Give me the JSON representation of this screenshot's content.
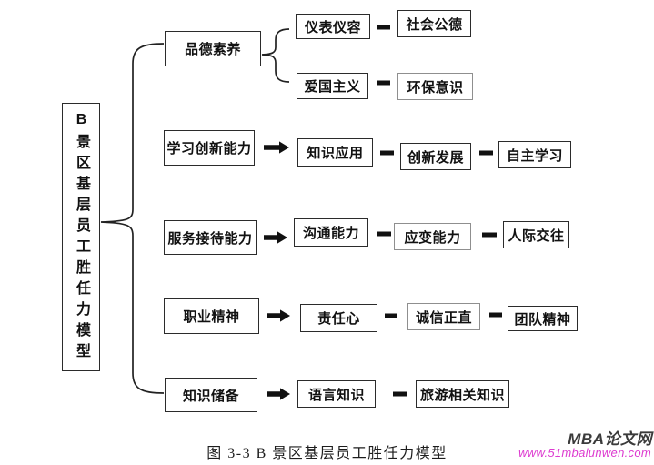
{
  "diagram": {
    "root_label": "B景区基层员工胜任力模型",
    "rows": [
      {
        "head": "品德素养",
        "branches": [
          {
            "first": "仪表仪容",
            "second": "社会公德"
          },
          {
            "first": "爱国主义",
            "second": "环保意识"
          }
        ]
      },
      {
        "head": "学习创新能力",
        "items": [
          "知识应用",
          "创新发展",
          "自主学习"
        ]
      },
      {
        "head": "服务接待能力",
        "items": [
          "沟通能力",
          "应变能力",
          "人际交往"
        ]
      },
      {
        "head": "职业精神",
        "items": [
          "责任心",
          "诚信正直",
          "团队精神"
        ]
      },
      {
        "head": "知识储备",
        "items": [
          "语言知识",
          "旅游相关知识"
        ]
      }
    ]
  },
  "caption": {
    "text": "图 3-3 B 景区基层员工胜任力模型"
  },
  "watermark": {
    "site": "MBA论文网",
    "url": "www.51mbalunwen.com"
  },
  "icons": {
    "arrow_right": "➡",
    "dash_connector": "▬",
    "brace": "{"
  },
  "colors": {
    "line": "#1f1f1f",
    "box_border_dark": "#2b2b2b",
    "box_border_light": "#8f8f8f",
    "watermark_site": "#3b3b3b",
    "watermark_url": "#dd3bd0",
    "background": "#ffffff"
  }
}
